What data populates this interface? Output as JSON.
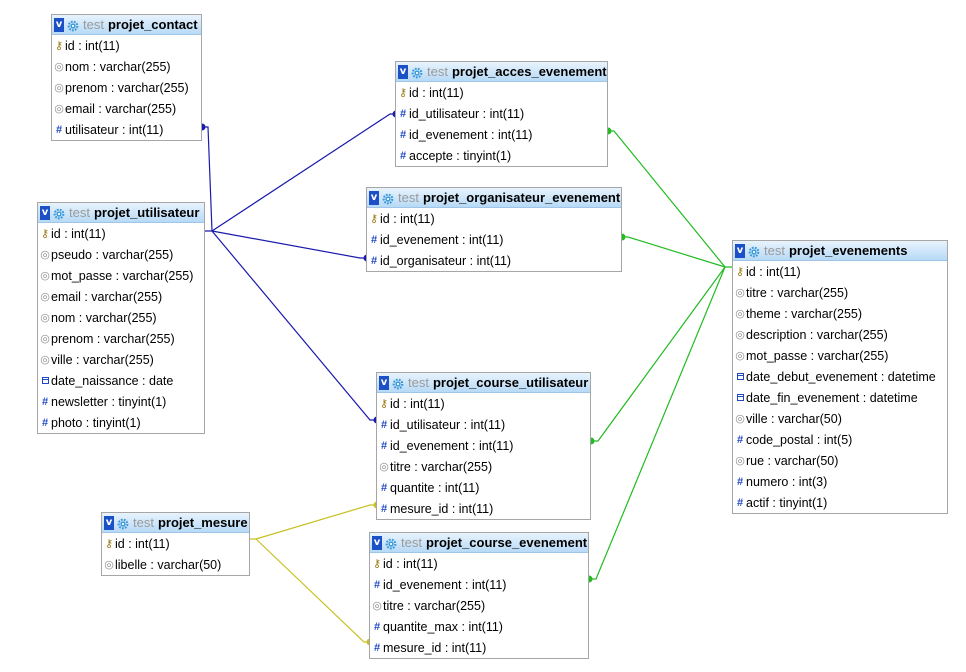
{
  "colors": {
    "user_links": "#1a1aad",
    "event_links": "#22bb22",
    "measure_links": "#c8c020"
  },
  "icons": {
    "collapse": "v-icon",
    "settings": "gear-icon",
    "primary_key": "key-icon",
    "text_field": "field-icon",
    "numeric_field": "num-icon",
    "date_field": "date-icon"
  },
  "tables": [
    {
      "id": "contact",
      "db": "test",
      "name": "projet_contact",
      "collapse_label": "v",
      "columns": [
        {
          "icon": "key",
          "text": "id : int(11)"
        },
        {
          "icon": "field",
          "text": "nom : varchar(255)"
        },
        {
          "icon": "field",
          "text": "prenom : varchar(255)"
        },
        {
          "icon": "field",
          "text": "email : varchar(255)"
        },
        {
          "icon": "num",
          "text": "utilisateur : int(11)"
        }
      ]
    },
    {
      "id": "acces",
      "db": "test",
      "name": "projet_acces_evenement",
      "collapse_label": "v",
      "columns": [
        {
          "icon": "key",
          "text": "id : int(11)"
        },
        {
          "icon": "num",
          "text": "id_utilisateur : int(11)"
        },
        {
          "icon": "num",
          "text": "id_evenement : int(11)"
        },
        {
          "icon": "num",
          "text": "accepte : tinyint(1)"
        }
      ]
    },
    {
      "id": "organisateur",
      "db": "test",
      "name": "projet_organisateur_evenement",
      "collapse_label": "v",
      "columns": [
        {
          "icon": "key",
          "text": "id : int(11)"
        },
        {
          "icon": "num",
          "text": "id_evenement : int(11)"
        },
        {
          "icon": "num",
          "text": "id_organisateur : int(11)"
        }
      ]
    },
    {
      "id": "utilisateur",
      "db": "test",
      "name": "projet_utilisateur",
      "collapse_label": "v",
      "columns": [
        {
          "icon": "key",
          "text": "id : int(11)"
        },
        {
          "icon": "field",
          "text": "pseudo : varchar(255)"
        },
        {
          "icon": "field",
          "text": "mot_passe : varchar(255)"
        },
        {
          "icon": "field",
          "text": "email : varchar(255)"
        },
        {
          "icon": "field",
          "text": "nom : varchar(255)"
        },
        {
          "icon": "field",
          "text": "prenom : varchar(255)"
        },
        {
          "icon": "field",
          "text": "ville : varchar(255)"
        },
        {
          "icon": "date",
          "text": "date_naissance : date"
        },
        {
          "icon": "num",
          "text": "newsletter : tinyint(1)"
        },
        {
          "icon": "num",
          "text": "photo : tinyint(1)"
        }
      ]
    },
    {
      "id": "evenements",
      "db": "test",
      "name": "projet_evenements",
      "collapse_label": "v",
      "columns": [
        {
          "icon": "key",
          "text": "id : int(11)"
        },
        {
          "icon": "field",
          "text": "titre : varchar(255)"
        },
        {
          "icon": "field",
          "text": "theme : varchar(255)"
        },
        {
          "icon": "field",
          "text": "description : varchar(255)"
        },
        {
          "icon": "field",
          "text": "mot_passe : varchar(255)"
        },
        {
          "icon": "date",
          "text": "date_debut_evenement : datetime"
        },
        {
          "icon": "date",
          "text": "date_fin_evenement : datetime"
        },
        {
          "icon": "field",
          "text": "ville : varchar(50)"
        },
        {
          "icon": "num",
          "text": "code_postal : int(5)"
        },
        {
          "icon": "field",
          "text": "rue : varchar(50)"
        },
        {
          "icon": "num",
          "text": "numero : int(3)"
        },
        {
          "icon": "num",
          "text": "actif : tinyint(1)"
        }
      ]
    },
    {
      "id": "course_utilisateur",
      "db": "test",
      "name": "projet_course_utilisateur",
      "collapse_label": "v",
      "columns": [
        {
          "icon": "key",
          "text": "id : int(11)"
        },
        {
          "icon": "num",
          "text": "id_utilisateur : int(11)"
        },
        {
          "icon": "num",
          "text": "id_evenement : int(11)"
        },
        {
          "icon": "field",
          "text": "titre : varchar(255)"
        },
        {
          "icon": "num",
          "text": "quantite : int(11)"
        },
        {
          "icon": "num",
          "text": "mesure_id : int(11)"
        }
      ]
    },
    {
      "id": "mesure",
      "db": "test",
      "name": "projet_mesure",
      "collapse_label": "v",
      "columns": [
        {
          "icon": "key",
          "text": "id : int(11)"
        },
        {
          "icon": "field",
          "text": "libelle : varchar(50)"
        }
      ]
    },
    {
      "id": "course_evenement",
      "db": "test",
      "name": "projet_course_evenement",
      "collapse_label": "v",
      "columns": [
        {
          "icon": "key",
          "text": "id : int(11)"
        },
        {
          "icon": "num",
          "text": "id_evenement : int(11)"
        },
        {
          "icon": "field",
          "text": "titre : varchar(255)"
        },
        {
          "icon": "num",
          "text": "quantite_max : int(11)"
        },
        {
          "icon": "num",
          "text": "mesure_id : int(11)"
        }
      ]
    }
  ]
}
